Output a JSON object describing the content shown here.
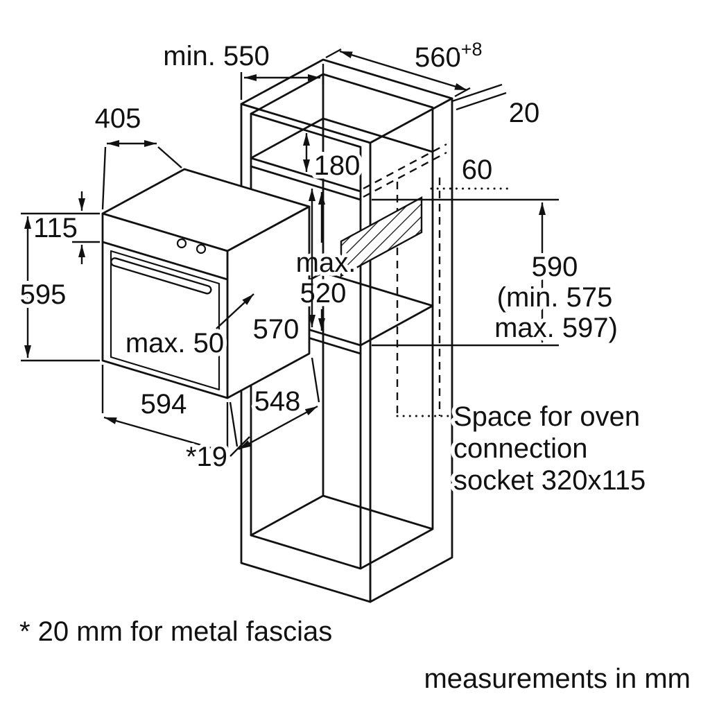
{
  "labels": {
    "min_depth_top": "min. 550",
    "niche_width": "560",
    "niche_width_tol": "+8",
    "rear_gap": "20",
    "oven_top_depth": "405",
    "top_compartment_height": "180",
    "socket_rear_offset": "60",
    "fascia_height": "115",
    "oven_height": "595",
    "recess_depth_max_word": "max.",
    "recess_depth_max_value": "520",
    "oven_body_height": "570",
    "rear_clearance": "max. 50",
    "oven_width": "594",
    "oven_depth": "548",
    "plinth_gap": "*19",
    "niche_height": "590",
    "niche_height_min": "(min. 575",
    "niche_height_max": "max. 597)",
    "socket_note_1": "Space for oven",
    "socket_note_2": "connection",
    "socket_note_3": "socket 320x115",
    "footnote": "* 20 mm for metal fascias",
    "units_note": "measurements in mm"
  }
}
